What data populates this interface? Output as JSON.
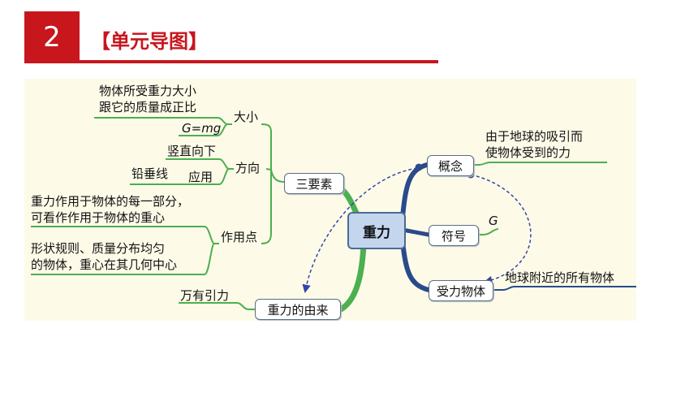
{
  "header": {
    "section_number": "2",
    "section_title": "【单元导图】"
  },
  "mindmap": {
    "center": "重力",
    "left": {
      "three_elements": {
        "label": "三要素",
        "magnitude": {
          "label": "大小",
          "description_line1": "物体所受重力大小",
          "description_line2": "跟它的质量成正比",
          "formula": "G=mg"
        },
        "direction": {
          "label": "方向",
          "description": "竖直向下",
          "application": "应用",
          "application_example": "铅垂线"
        },
        "point": {
          "label": "作用点",
          "description1_line1": "重力作用于物体的每一部分，",
          "description1_line2": "可看作作用于物体的重心",
          "description2_line1": "形状规则、质量分布均匀",
          "description2_line2": "的物体，重心在其几何中心"
        }
      },
      "origin": {
        "label": "重力的由来",
        "description": "万有引力"
      }
    },
    "right": {
      "concept": {
        "label": "概念",
        "description_line1": "由于地球的吸引而",
        "description_line2": "使物体受到的力"
      },
      "symbol": {
        "label": "符号",
        "value": "G"
      },
      "object": {
        "label": "受力物体",
        "description": "地球附近的所有物体"
      }
    }
  },
  "colors": {
    "accent": "#c8161d",
    "green_branch": "#4caf50",
    "blue_branch": "#2a4a8c",
    "center_fill": "#c3d6ee",
    "map_background": "#fdfbe8"
  }
}
